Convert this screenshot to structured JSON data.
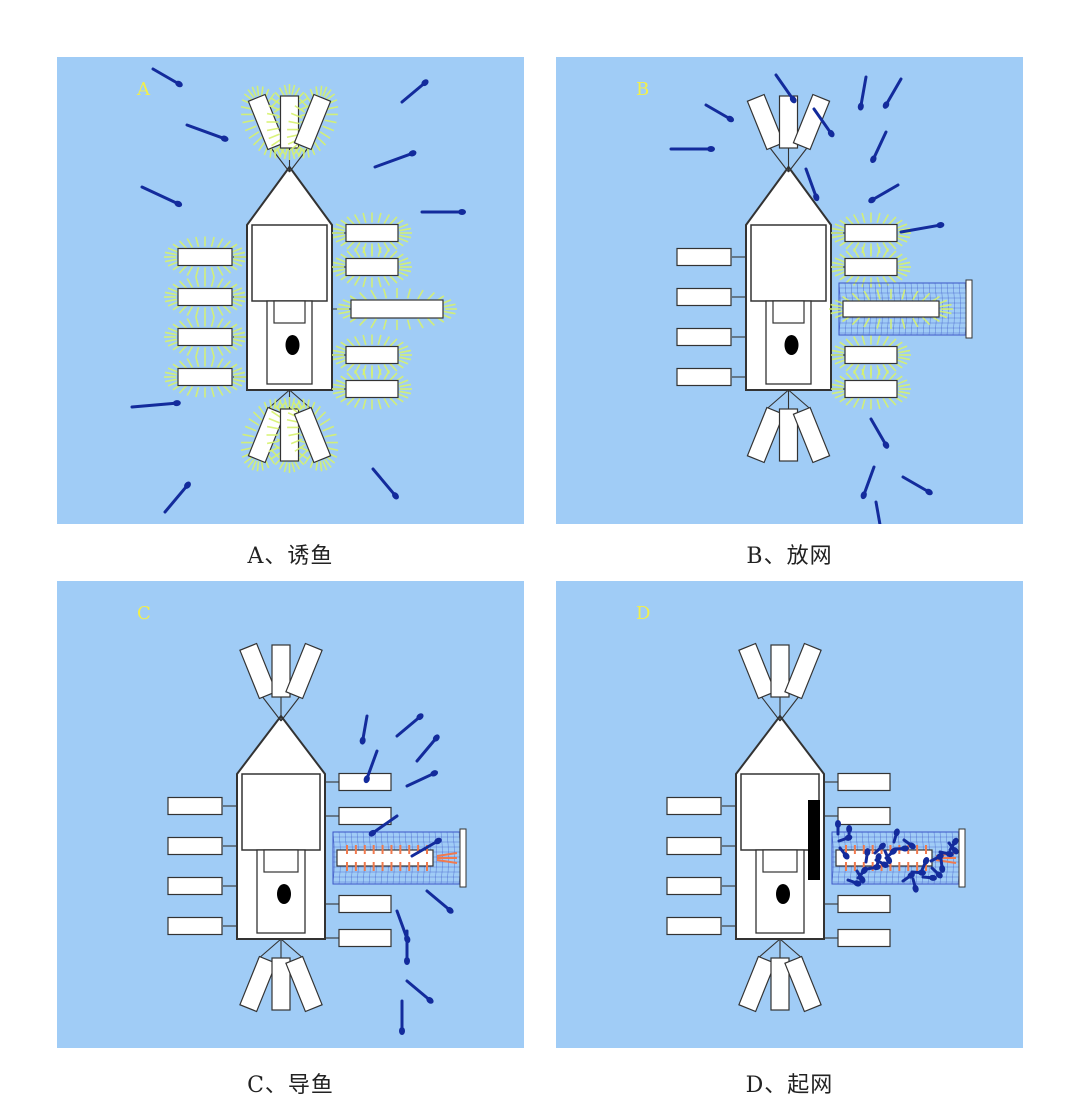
{
  "colors": {
    "water": "#a0ccf6",
    "panel_letter": "#f2ef4a",
    "fish": "#132b9c",
    "light_rays": "#d7f26d",
    "outline": "#333333",
    "net": "#3b55c6",
    "arrow": "#f07a4e",
    "block": "#000000"
  },
  "panels": [
    {
      "letter": "A",
      "caption": "A、诱鱼"
    },
    {
      "letter": "B",
      "caption": "B、放网"
    },
    {
      "letter": "C",
      "caption": "C、导鱼"
    },
    {
      "letter": "D",
      "caption": "D、起网"
    }
  ]
}
